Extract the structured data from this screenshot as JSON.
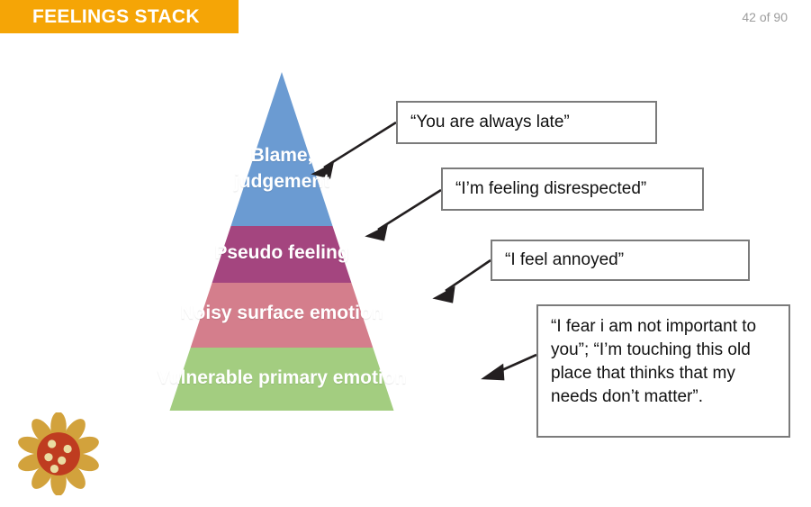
{
  "header": {
    "title": "FEELINGS STACK",
    "banner_color": "#F5A506",
    "page_counter": "42 of 90"
  },
  "pyramid": {
    "bands": [
      {
        "label": "Blame,\njudgement",
        "line1": "Blame,",
        "line2": "judgement",
        "color": "#6B9BD2"
      },
      {
        "label": "Pseudo feeling",
        "color": "#A4457F"
      },
      {
        "label": "Noisy surface emotion",
        "color": "#D47E8C"
      },
      {
        "label": "Vulnerable primary emotion",
        "color": "#A3CD80"
      }
    ]
  },
  "callouts": [
    {
      "text": "“You are always late”",
      "points_to": "Blame, judgement"
    },
    {
      "text": "“I’m feeling disrespected”",
      "points_to": "Pseudo feeling"
    },
    {
      "text": "“I feel annoyed”",
      "points_to": "Noisy surface emotion"
    },
    {
      "text": "“I fear i am not important to you”;  “I’m touching this old place that thinks that my needs don’t matter”.",
      "points_to": "Vulnerable primary emotion"
    }
  ],
  "logo": {
    "name": "sunflower-logo",
    "petal_color": "#D2A23C",
    "disc_color": "#BF3C20",
    "dot_color": "#EADCA2"
  }
}
